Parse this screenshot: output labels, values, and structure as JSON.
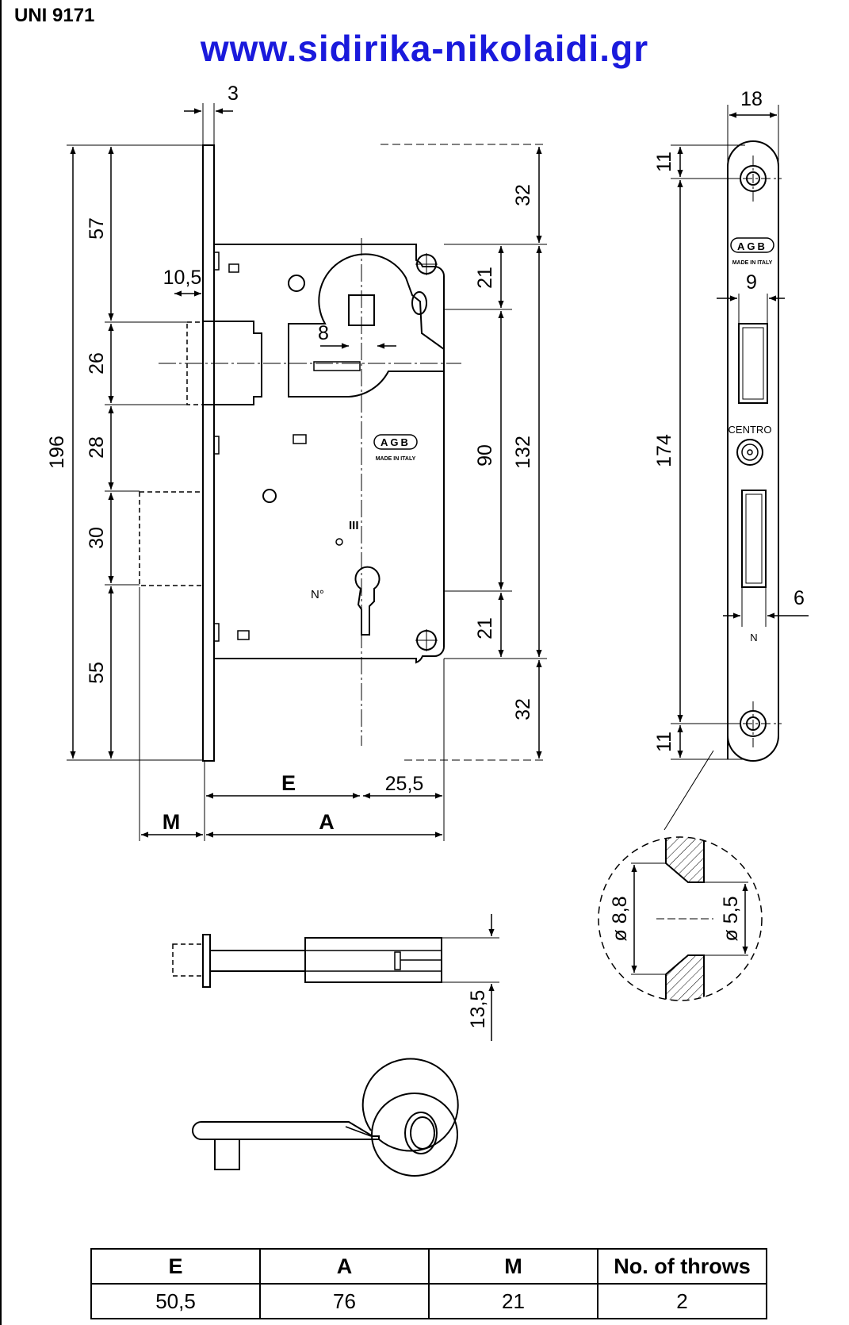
{
  "header": {
    "standard": "UNI 9171",
    "website": "www.sidirika-nikolaidi.gr"
  },
  "front_view": {
    "dims": {
      "faceplate_thickness": "3",
      "total_height": "196",
      "top_to_latch": "57",
      "latch_height": "26",
      "latch_to_bolt": "28",
      "bolt_height": "30",
      "bottom_below_bolt": "55",
      "latch_throw": "10,5",
      "square_offset": "8",
      "top_margin": "32",
      "bottom_margin": "32",
      "top_hole_to_spindle": "21",
      "bottom_hole_to_keyhole": "21",
      "spindle_to_keyhole": "90",
      "hole_to_hole": "132",
      "backset_E": "E",
      "case_depth_A": "A",
      "extension_M": "M",
      "keyhole_to_back": "25,5"
    },
    "marks": {
      "brand": "AGB",
      "made_in": "MADE IN ITALY",
      "number_mark": "N°",
      "bar_mark": "III"
    }
  },
  "side_view": {
    "dims": {
      "plate_width": "18",
      "top_hole_offset": "11",
      "hole_spacing": "174",
      "bottom_hole_offset": "11",
      "latch_window_width": "9",
      "bolt_window_offset": "6",
      "n_label": "N"
    },
    "marks": {
      "brand": "AGB",
      "made_in": "MADE IN ITALY",
      "centro": "CENTRO"
    }
  },
  "detail_view": {
    "dims": {
      "outer_diameter": "ø 8,8",
      "inner_diameter": "ø 5,5"
    }
  },
  "bolt_view": {
    "dims": {
      "bolt_height": "13,5"
    }
  },
  "specs_table": {
    "headers": [
      "E",
      "A",
      "M",
      "No. of throws"
    ],
    "row": [
      "50,5",
      "76",
      "21",
      "2"
    ]
  }
}
